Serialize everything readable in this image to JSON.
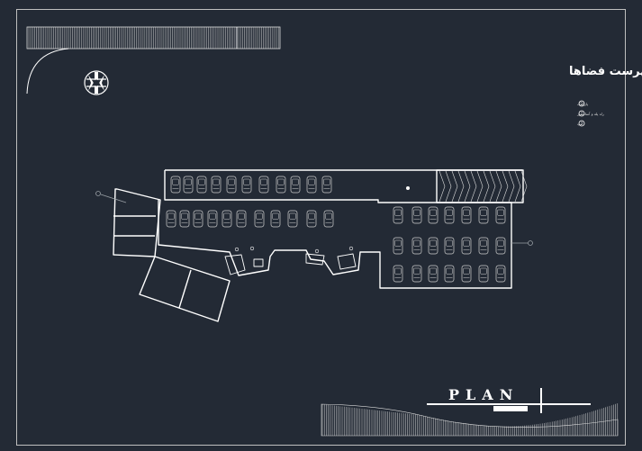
{
  "drawing": {
    "space_list_title": "فهرست فضاها",
    "plan_label": "PLAN",
    "legend": [
      {
        "num": "1",
        "label": "پارکینگ"
      },
      {
        "num": "2",
        "label": "راه پله و آسانسور"
      },
      {
        "num": "3",
        "label": "رمپ"
      }
    ]
  },
  "colors": {
    "background": "#232a35",
    "line": "#ffffff",
    "hatch": "#dcdcdc",
    "frame": "#bfbfbf",
    "grey": "#9aa0a6"
  }
}
